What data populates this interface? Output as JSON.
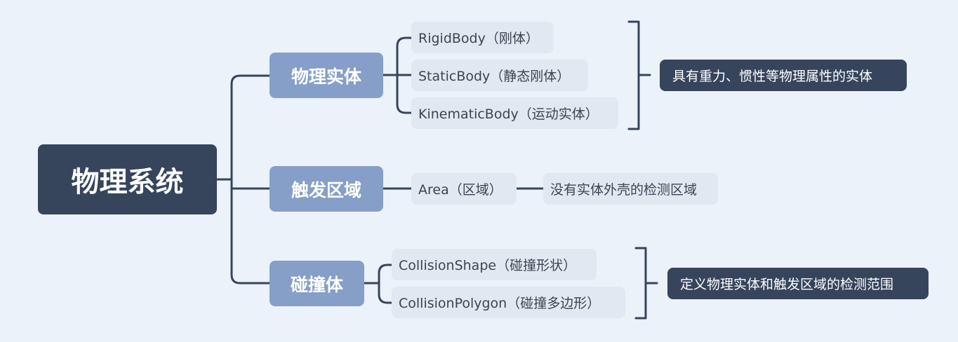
{
  "root": {
    "label": "物理系统"
  },
  "branches": [
    {
      "label": "物理实体",
      "children": [
        "RigidBody（刚体）",
        "StaticBody（静态刚体）",
        "KinematicBody（运动实体）"
      ],
      "summary": "具有重力、惯性等物理属性的实体"
    },
    {
      "label": "触发区域",
      "children": [
        "Area（区域）"
      ],
      "summary": "没有实体外壳的检测区域"
    },
    {
      "label": "碰撞体",
      "children": [
        "CollisionShape（碰撞形状）",
        "CollisionPolygon（碰撞多边形）"
      ],
      "summary": "定义物理实体和触发区域的检测范围"
    }
  ],
  "colors": {
    "background": "#ebf2fa",
    "root_fill": "#36455c",
    "branch_fill": "#869fc8",
    "leaf_fill": "#e0e8f1",
    "summary_fill": "#36455c",
    "connector": "#36455c"
  }
}
